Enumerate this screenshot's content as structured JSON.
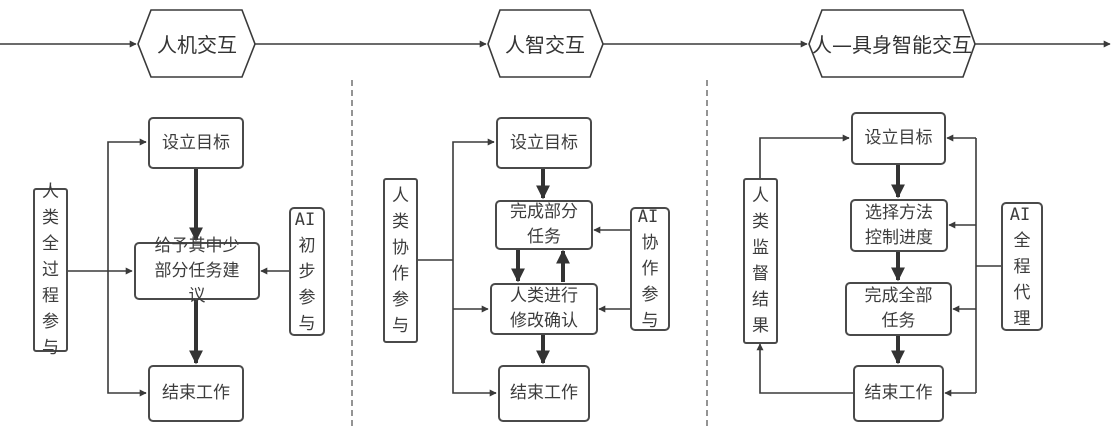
{
  "timeline": {
    "stages": [
      {
        "label": "人机交互"
      },
      {
        "label": "人智交互"
      },
      {
        "label": "人—具身智能交互"
      }
    ]
  },
  "panels": [
    {
      "name": "human-computer-interaction",
      "human_role": "人类全过程参与",
      "ai_role": "AI初步参与",
      "steps": [
        "设立目标",
        "给予其中少部分任务建议",
        "结束工作"
      ]
    },
    {
      "name": "human-ai-interaction",
      "human_role": "人类协作参与",
      "ai_role": "AI协作参与",
      "steps": [
        "设立目标",
        "完成部分任务",
        "人类进行修改确认",
        "结束工作"
      ]
    },
    {
      "name": "human-embodied-ai-interaction",
      "human_role": "人类监督结果",
      "ai_role": "AI全程代理",
      "steps": [
        "设立目标",
        "选择方法控制进度",
        "完成全部任务",
        "结束工作"
      ]
    }
  ],
  "colors": {
    "line": "#3a3a3a",
    "border": "#4a4a4a",
    "divider": "#666666",
    "background": "#ffffff"
  }
}
